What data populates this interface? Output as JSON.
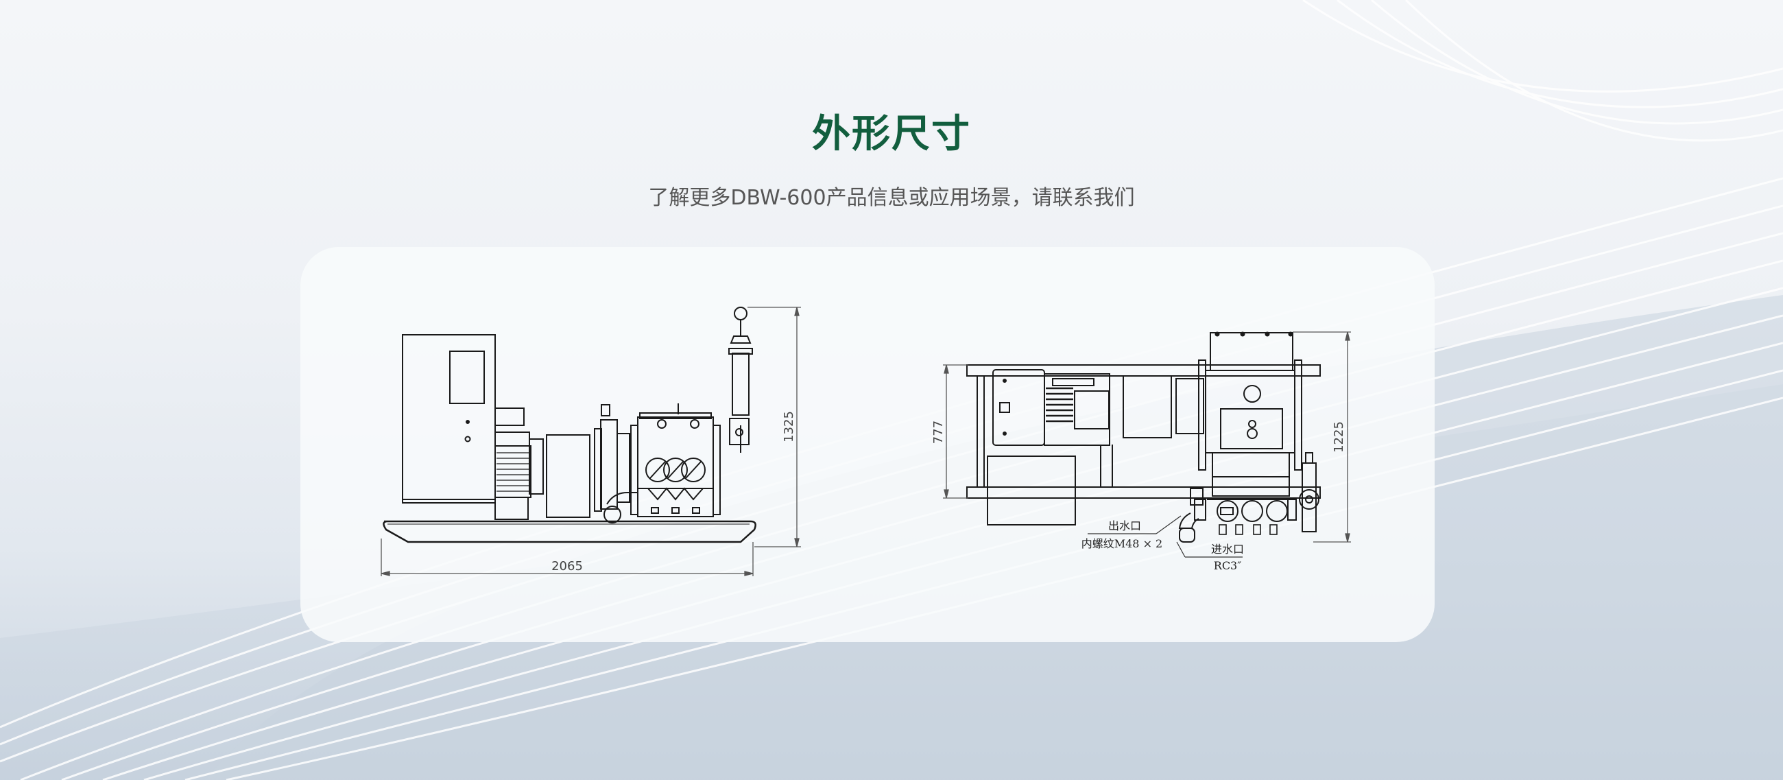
{
  "header": {
    "title": "外形尺寸",
    "subtitle": "了解更多DBW-600产品信息或应用场景，请联系我们"
  },
  "colors": {
    "title": "#125e3e",
    "subtitle": "#555555",
    "card_bg": "#f8fafc",
    "background_dark": "#c8d3df"
  },
  "drawings": {
    "side_view": {
      "width_dim": "2065",
      "height_dim": "1325"
    },
    "top_view": {
      "depth_dim": "777",
      "height_dim": "1225",
      "outlet_label": "出水口",
      "outlet_spec": "内螺纹M48 × 2",
      "inlet_label": "进水口",
      "inlet_spec": "RC3″"
    }
  }
}
